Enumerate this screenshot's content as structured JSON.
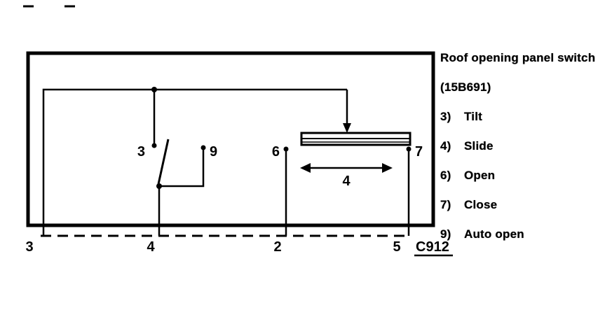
{
  "legend": {
    "title": "Roof opening panel switch",
    "part_number": "(15B691)",
    "items": [
      {
        "num": "3)",
        "label": "Tilt"
      },
      {
        "num": "4)",
        "label": "Slide"
      },
      {
        "num": "6)",
        "label": "Open"
      },
      {
        "num": "7)",
        "label": "Close"
      },
      {
        "num": "9)",
        "label": "Auto open"
      }
    ]
  },
  "diagram": {
    "terminals": {
      "tilt": "3",
      "auto_open": "9",
      "open": "6",
      "close": "7"
    },
    "slide_arrow_label": "4",
    "pins": [
      "3",
      "4",
      "2",
      "5"
    ],
    "connector_label": "C912"
  },
  "colors": {
    "ink": "#000000",
    "background": "#ffffff"
  }
}
